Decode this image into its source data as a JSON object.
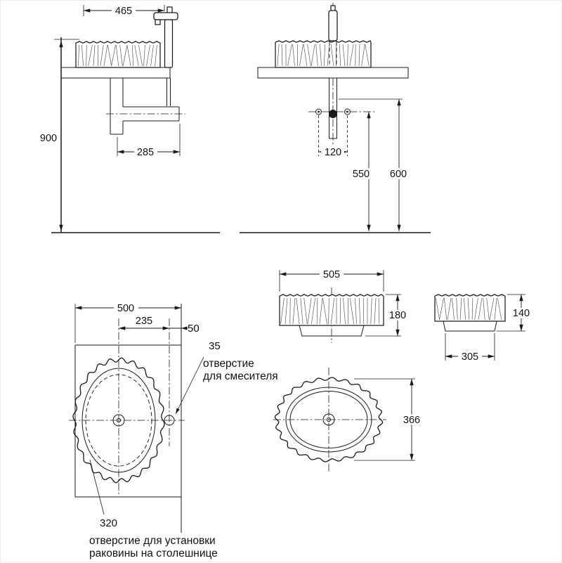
{
  "dims": {
    "side": {
      "width": "465",
      "height": "900",
      "drain_offset": "285"
    },
    "front": {
      "holes_spacing": "120",
      "supply_height": "550",
      "drain_height": "600"
    },
    "basin_front": {
      "width": "505",
      "height": "180"
    },
    "basin_side": {
      "height": "140",
      "base_width": "305"
    },
    "plan": {
      "countertop_width": "500",
      "faucet_offset": "235",
      "edge_offset": "50",
      "faucet_hole_diameter": "35",
      "cutout_diameter": "320"
    },
    "basin_plan": {
      "depth": "366"
    }
  },
  "labels": {
    "faucet_hole_line1": "отверстие",
    "faucet_hole_line2": "для смесителя",
    "cutout_line1": "отверстие для установки",
    "cutout_line2": "раковины на столешнице"
  },
  "colors": {
    "line": "#1a1a1a",
    "background": "#ffffff"
  }
}
